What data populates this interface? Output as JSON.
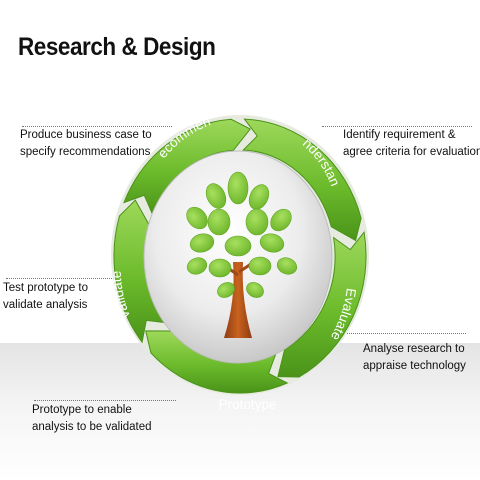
{
  "title": "Research & Design",
  "colors": {
    "segment_fill": "#6cbb2c",
    "segment_dark": "#4a9319",
    "segment_light": "#9ed85a",
    "leaf": "#84c93a",
    "trunk": "#b4531c"
  },
  "cycle": {
    "segments": [
      {
        "label": "Recommend"
      },
      {
        "label": "Understand"
      },
      {
        "label": "Evaluate"
      },
      {
        "label": "Prototype"
      },
      {
        "label": "Validate"
      }
    ],
    "center_icon": "tree-icon"
  },
  "notes": {
    "recommend": [
      "Produce business case  to",
      "specify recommendations"
    ],
    "understand": [
      "Identify requirement &",
      "agree criteria for evaluation"
    ],
    "validate": [
      "Test prototype to",
      "validate  analysis"
    ],
    "evaluate": [
      "Analyse research to",
      "appraise  technology"
    ],
    "prototype": [
      "Prototype  to enable",
      "analysis to be validated"
    ]
  }
}
